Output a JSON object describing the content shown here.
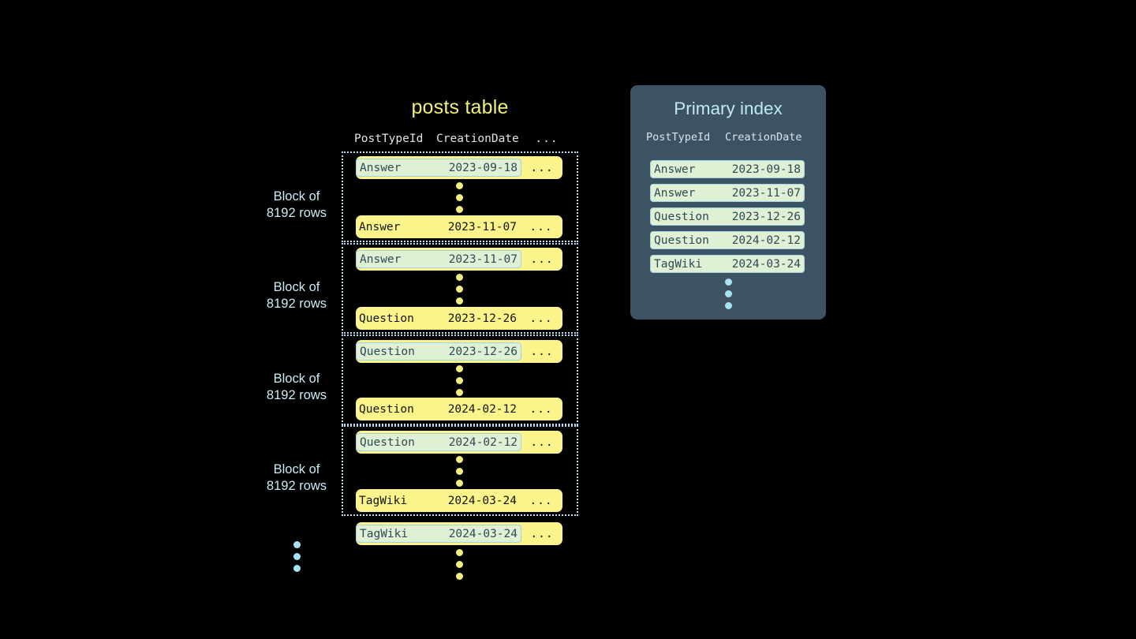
{
  "posts_table": {
    "title": "posts table",
    "columns": {
      "type": "PostTypeId",
      "date": "CreationDate",
      "more": "..."
    },
    "block_label_line1": "Block of",
    "block_label_line2": "8192 rows",
    "rows": [
      {
        "type": "Answer",
        "date": "2023-09-18",
        "more": "...",
        "marked": true
      },
      {
        "type": "Answer",
        "date": "2023-11-07",
        "more": "...",
        "marked": false
      },
      {
        "type": "Answer",
        "date": "2023-11-07",
        "more": "...",
        "marked": true
      },
      {
        "type": "Question",
        "date": "2023-12-26",
        "more": "...",
        "marked": false
      },
      {
        "type": "Question",
        "date": "2023-12-26",
        "more": "...",
        "marked": true
      },
      {
        "type": "Question",
        "date": "2024-02-12",
        "more": "...",
        "marked": false
      },
      {
        "type": "Question",
        "date": "2024-02-12",
        "more": "...",
        "marked": true
      },
      {
        "type": "TagWiki",
        "date": "2024-03-24",
        "more": "...",
        "marked": false
      },
      {
        "type": "TagWiki",
        "date": "2024-03-24",
        "more": "...",
        "marked": true
      }
    ]
  },
  "primary_index": {
    "title": "Primary index",
    "columns": {
      "type": "PostTypeId",
      "date": "CreationDate"
    },
    "rows": [
      {
        "type": "Answer",
        "date": "2023-09-18"
      },
      {
        "type": "Answer",
        "date": "2023-11-07"
      },
      {
        "type": "Question",
        "date": "2023-12-26"
      },
      {
        "type": "Question",
        "date": "2024-02-12"
      },
      {
        "type": "TagWiki",
        "date": "2024-03-24"
      }
    ]
  },
  "colors": {
    "background": "#000000",
    "row_yellow": "#faf48a",
    "mark_green": "#dff0d4",
    "mark_border": "#9fd2e4",
    "panel_slate": "#3d5262",
    "accent_blue": "#bfe9f7",
    "title_yellow": "#f2f07a"
  }
}
